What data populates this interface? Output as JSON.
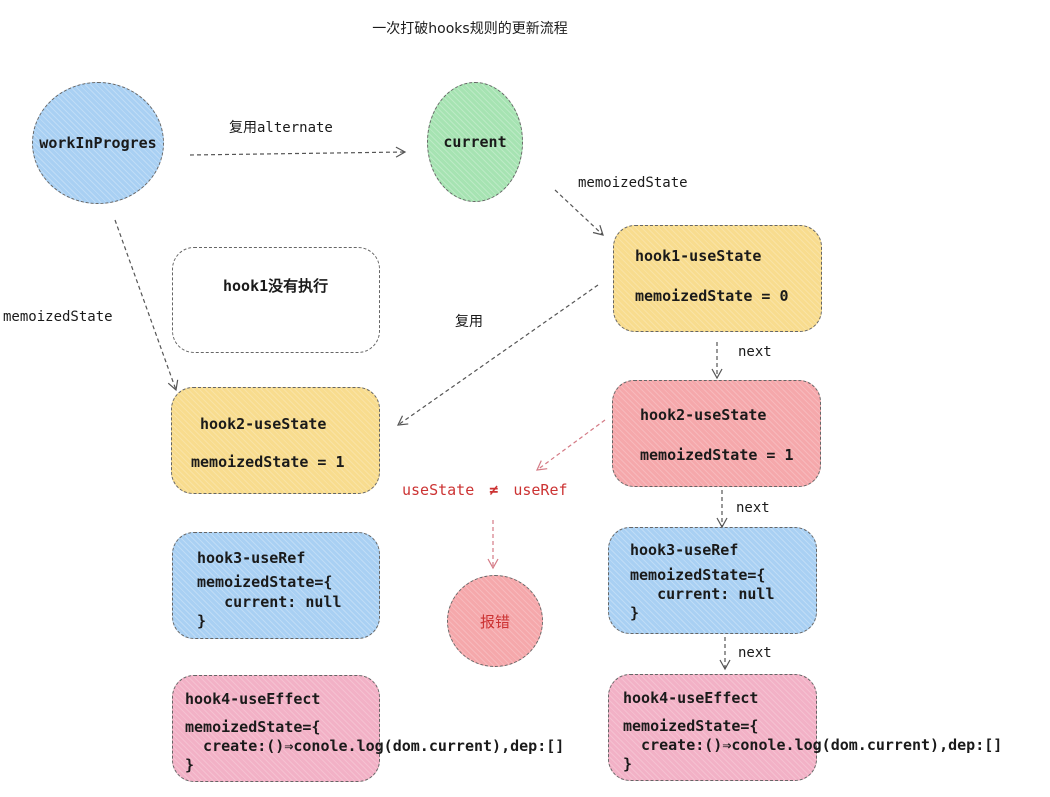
{
  "title": "一次打破hooks规则的更新流程",
  "nodes": {
    "wip": "workInProgres",
    "current": "current",
    "error": "报错"
  },
  "edge_labels": {
    "reuse_alternate": "复用alternate",
    "current_memoized": "memoizedState",
    "wip_memoized": "memoizedState",
    "reuse": "复用",
    "next1": "next",
    "next2": "next",
    "next3": "next",
    "mismatch": "useState ≠ useRef"
  },
  "mismatch": {
    "left": "useState",
    "symbol": "≠",
    "right": "useRef"
  },
  "left_hooks": {
    "hook1": {
      "text": "hook1没有执行"
    },
    "hook2": {
      "name": "hook2-useState",
      "state": "memoizedState = 1"
    },
    "hook3": {
      "name": "hook3-useRef",
      "l1": "memoizedState={",
      "l2": "   current: null",
      "l3": "}"
    },
    "hook4": {
      "name": "hook4-useEffect",
      "l1": "memoizedState={",
      "l2": "  create:()⇒conole.log(dom.current),dep:[]",
      "l3": "}"
    }
  },
  "right_hooks": {
    "hook1": {
      "name": "hook1-useState",
      "state": "memoizedState = 0"
    },
    "hook2": {
      "name": "hook2-useState",
      "state": "memoizedState = 1"
    },
    "hook3": {
      "name": "hook3-useRef",
      "l1": "memoizedState={",
      "l2": "   current: null",
      "l3": "}"
    },
    "hook4": {
      "name": "hook4-useEffect",
      "l1": "memoizedState={",
      "l2": "  create:()⇒conole.log(dom.current),dep:[]",
      "l3": "}"
    }
  },
  "colors": {
    "fiber_wip": "#a9d0f3",
    "fiber_current": "#a6e3b2",
    "usestate": "#f8dc8e",
    "usestate_mismatch": "#f5a8ab",
    "useref": "#a9d0f3",
    "useeffect": "#f2b1c6",
    "error_text": "#cc3333"
  }
}
